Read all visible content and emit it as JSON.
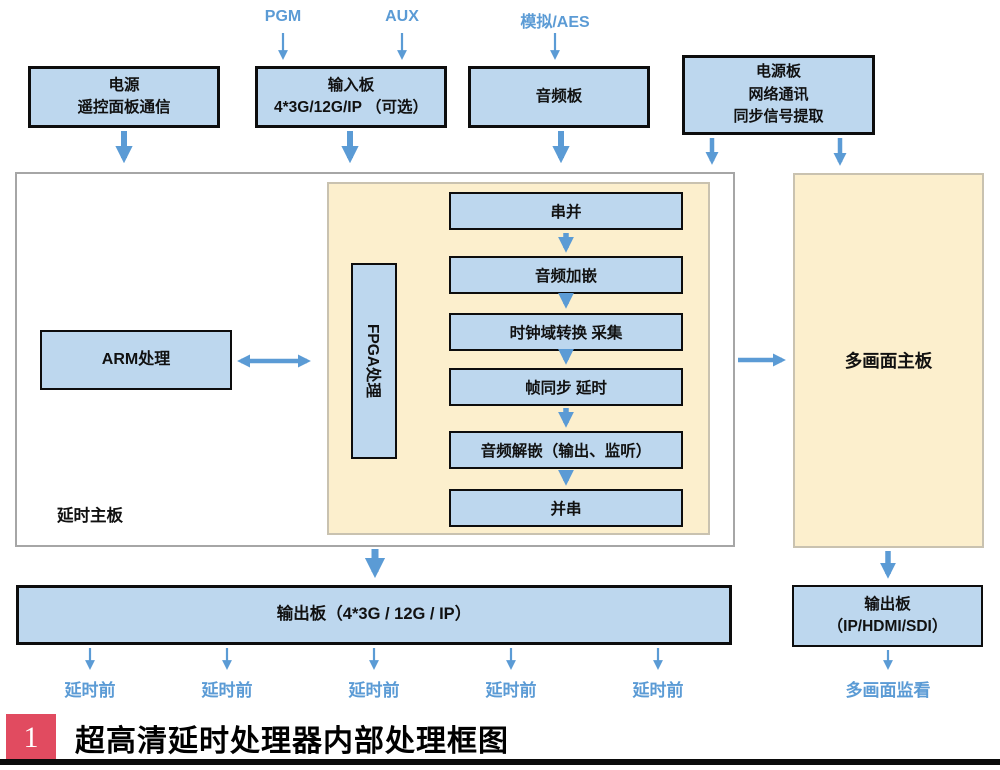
{
  "top_inputs": {
    "pgm": "PGM",
    "aux": "AUX",
    "analog_aes": "模拟/AES"
  },
  "top_boards": {
    "power_remote": {
      "line1": "电源",
      "line2": "遥控面板通信"
    },
    "input_board": {
      "line1": "输入板",
      "line2": "4*3G/12G/IP （可选）"
    },
    "audio_board": {
      "line1": "音频板"
    },
    "power_net_board": {
      "line1": "电源板",
      "line2": "网络通讯",
      "line3": "同步信号提取"
    }
  },
  "delay_board": {
    "label": "延时主板",
    "arm": "ARM处理",
    "fpga": "FPGA处理",
    "chain": [
      "串并",
      "音频加嵌",
      "时钟域转换 采集",
      "帧同步 延时",
      "音频解嵌（输出、监听）",
      "并串"
    ]
  },
  "multiview_board": {
    "label": "多画面主板"
  },
  "output_board": {
    "label": "输出板（4*3G / 12G / IP）"
  },
  "multiview_output_board": {
    "line1": "输出板",
    "line2": "（IP/HDMI/SDI）"
  },
  "bottom_outputs": {
    "pre_delay": [
      "延时前",
      "延时前",
      "延时前",
      "延时前",
      "延时前"
    ],
    "multiview_monitor": "多画面监看"
  },
  "caption": {
    "index": "1",
    "title": "超高清延时处理器内部处理框图"
  },
  "colors": {
    "box_fill": "#BDD7EE",
    "box_border": "#0D0D0D",
    "panel_fill": "#FCEFCD",
    "panel_border": "#C9C2B0",
    "arrow_blue": "#5B9BD5",
    "label_blue": "#5B9BD5",
    "caption_red": "#E14B60",
    "board_border_gray": "#A6A6A6"
  }
}
